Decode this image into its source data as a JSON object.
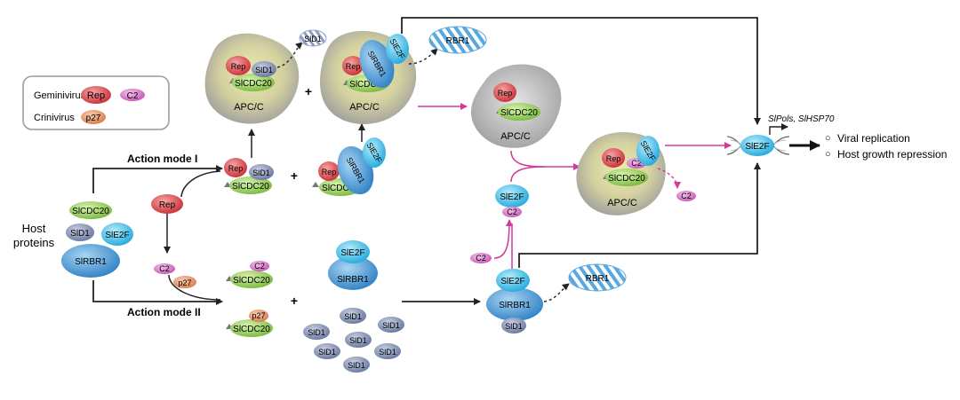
{
  "legend": {
    "geminivirus": "Geminivirus",
    "crinivirus": "Crinivirus"
  },
  "labels": {
    "host_proteins_line1": "Host",
    "host_proteins_line2": "proteins",
    "action_mode_1": "Action mode I",
    "action_mode_2": "Action mode II",
    "apcc": "APC/C",
    "plus": "+",
    "genes": "SlPols, SlHSP70",
    "outcome_1": "Viral replication",
    "outcome_2": "Host growth repression",
    "bullet": "○"
  },
  "proteins": {
    "rep": "Rep",
    "c2": "C2",
    "p27": "p27",
    "cdc20": "SlCDC20",
    "d1": "SlD1",
    "e2f": "SlE2F",
    "rbr1": "SlRBR1",
    "rbr1_degraded": "RBR1"
  },
  "colors": {
    "rep": "#e0474c",
    "c2": "#d96bc8",
    "p27": "#e8956a",
    "cdc20": "#9fd35c",
    "d1": "#7f8fb5",
    "e2f": "#3fc3ee",
    "rbr1": "#4a9fdc",
    "apcc_center": "#e6e4a8",
    "apcc_edge": "#9a9a9a",
    "magenta_arrow": "#d4389a"
  }
}
